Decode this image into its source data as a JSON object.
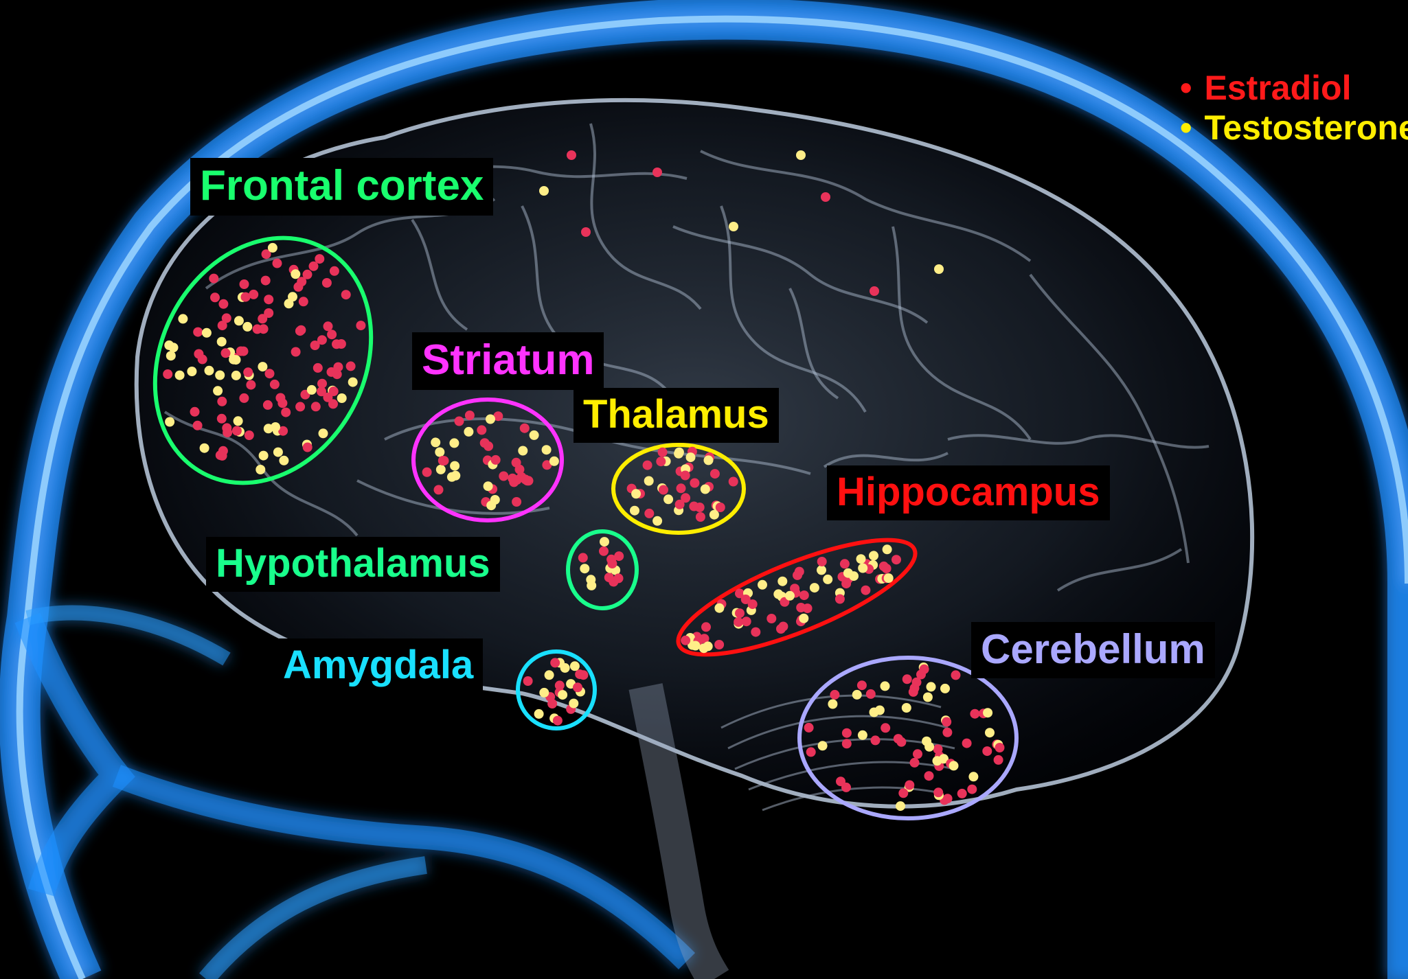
{
  "legend": {
    "estradiol": {
      "label": "Estradiol",
      "color": "#ff1a1a",
      "dot_color": "#e8335a"
    },
    "testosterone": {
      "label": "Testosterone",
      "color": "#ffee00",
      "dot_color": "#ffee88"
    }
  },
  "regions": {
    "frontal_cortex": {
      "label": "Frontal cortex",
      "color": "#19ff6e"
    },
    "striatum": {
      "label": "Striatum",
      "color": "#ff33ff"
    },
    "thalamus": {
      "label": "Thalamus",
      "color": "#ffee00"
    },
    "hippocampus": {
      "label": "Hippocampus",
      "color": "#ff1010"
    },
    "hypothalamus": {
      "label": "Hypothalamus",
      "color": "#19ff8c"
    },
    "amygdala": {
      "label": "Amygdala",
      "color": "#19e0ff"
    },
    "cerebellum": {
      "label": "Cerebellum",
      "color": "#aaa8ff"
    }
  },
  "background": {
    "head_glow": "#1e8fff",
    "brain_tone": "#b8c8dc"
  }
}
